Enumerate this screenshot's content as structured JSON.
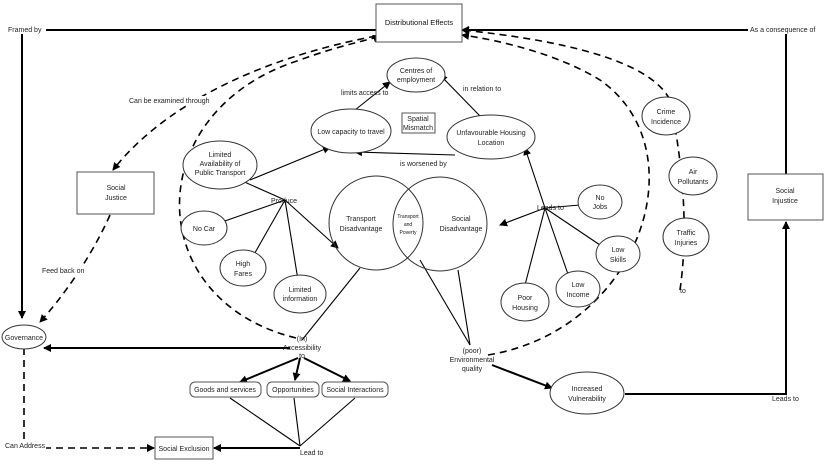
{
  "nodes": {
    "distributional_effects": "Distributional Effects",
    "social_justice": [
      "Social",
      "Justice"
    ],
    "social_injustice": [
      "Social",
      "Injustice"
    ],
    "governance": "Governance",
    "social_exclusion": "Social Exclusion",
    "centres_of_employment": [
      "Centres of",
      "employment"
    ],
    "low_capacity_to_travel": "Low capacity to travel",
    "spatial_mismatch": [
      "Spatial",
      "Mismatch"
    ],
    "unfavourable_housing_location": [
      "Unfavourable Housing",
      "Location"
    ],
    "limited_public_transport": [
      "Limited",
      "Availability of",
      "Public Transport"
    ],
    "no_car": "No Car",
    "high_fares": [
      "High",
      "Fares"
    ],
    "limited_information": [
      "Limited",
      "information"
    ],
    "transport_disadvantage": [
      "Transport",
      "Disadvantage"
    ],
    "transport_and_poverty": [
      "Transport",
      "and",
      "Poverty"
    ],
    "social_disadvantage": [
      "Social",
      "Disadvantage"
    ],
    "no_jobs": [
      "No",
      "Jobs"
    ],
    "low_skills": [
      "Low",
      "Skills"
    ],
    "low_income": [
      "Low",
      "Income"
    ],
    "poor_housing": [
      "Poor",
      "Housing"
    ],
    "crime_incidence": [
      "Crime",
      "Incidence"
    ],
    "air_pollutants": [
      "Air",
      "Pollutants"
    ],
    "traffic_injuries": [
      "Traffic",
      "Injuries"
    ],
    "accessibility": [
      "(In)",
      "Accessibility",
      "to"
    ],
    "goods_and_services": "Goods and services",
    "opportunities": "Opportunities",
    "social_interactions": "Social Interactions",
    "environmental_quality": [
      "(poor)",
      "Environmental",
      "quality"
    ],
    "increased_vulnerability": [
      "Increased",
      "Vulnerability"
    ]
  },
  "labels": {
    "framed_by": "Framed by",
    "as_a_consequence_of": "As a consequence of",
    "can_be_examined_through": "Can be examined through",
    "limits_access_to": "limits access to",
    "in_relation_to": "in relation to",
    "is_worsened_by": "is worsened by",
    "produce": "Produce",
    "leads_to": "Leads to",
    "feed_back_on": "Feed back on",
    "to": "to",
    "can_address": "Can Address",
    "lead_to": "Lead to",
    "leads_to_bottom": "Leads to"
  }
}
